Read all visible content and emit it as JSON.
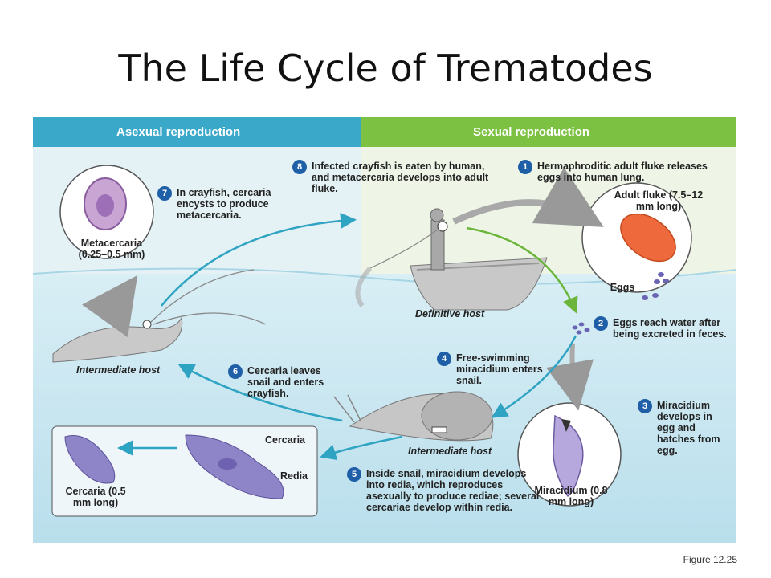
{
  "title": "The Life Cycle of Trematodes",
  "figure_ref": "Figure 12.25",
  "bands": {
    "asexual": "Asexual reproduction",
    "sexual": "Sexual reproduction"
  },
  "steps": [
    {
      "num": "1",
      "text": "Hermaphroditic adult fluke releases eggs into human lung."
    },
    {
      "num": "2",
      "text": "Eggs reach water after being excreted in feces."
    },
    {
      "num": "3",
      "text": "Miracidium develops in egg and hatches from egg."
    },
    {
      "num": "4",
      "text": "Free-swimming miracidium enters snail."
    },
    {
      "num": "5",
      "text": "Inside snail, miracidium develops into redia, which reproduces asexually to produce rediae; several cercariae develop within redia."
    },
    {
      "num": "6",
      "text": "Cercaria leaves snail and enters crayfish."
    },
    {
      "num": "7",
      "text": "In crayfish, cercaria encysts to produce metacercaria."
    },
    {
      "num": "8",
      "text": "Infected crayfish is eaten by human, and metacercaria develops into adult fluke."
    }
  ],
  "labels": {
    "adult_fluke": "Adult fluke (7.5–12 mm long)",
    "eggs": "Eggs",
    "definitive_host": "Definitive host",
    "intermediate_host_crayfish": "Intermediate host",
    "intermediate_host_snail": "Intermediate host",
    "metacercaria": "Metacercaria (0.25–0.5 mm)",
    "miracidium": "Miracidium (0.8 mm long)",
    "cercaria_small": "Cercaria (0.5 mm long)",
    "cercaria_redia": "Cercaria",
    "redia": "Redia"
  },
  "colors": {
    "asexual": "#3aa9c9",
    "sexual": "#7dc143",
    "step_badge": "#1f5fa8",
    "water": "#cfe8f1"
  }
}
